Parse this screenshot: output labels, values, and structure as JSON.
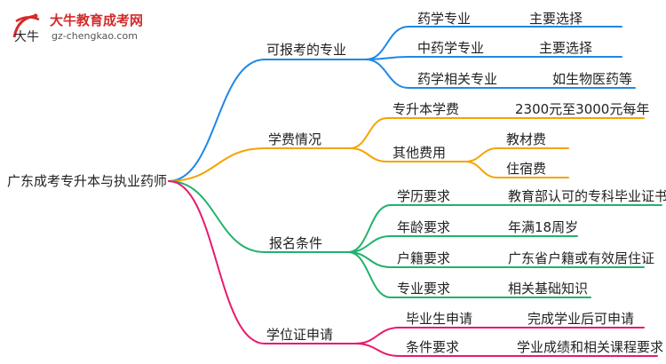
{
  "logo": {
    "title": "大牛教育成考网",
    "url": "gz-chengkao.com",
    "mark_text": "大牛"
  },
  "colors": {
    "blue": "#1e88e5",
    "orange": "#f5a300",
    "green": "#1fb36b",
    "pink": "#e8196e"
  },
  "root": "广东成考专升本与执业药师",
  "branches": [
    {
      "label": "可报考的专业",
      "color": "blue",
      "children": [
        {
          "label": "药学专业",
          "value": "主要选择"
        },
        {
          "label": "中药学专业",
          "value": "主要选择"
        },
        {
          "label": "药学相关专业",
          "value": "如生物医药等"
        }
      ]
    },
    {
      "label": "学费情况",
      "color": "orange",
      "children": [
        {
          "label": "专升本学费",
          "value": "2300元至3000元每年"
        },
        {
          "label": "其他费用",
          "children": [
            "教材费",
            "住宿费"
          ]
        }
      ]
    },
    {
      "label": "报名条件",
      "color": "green",
      "children": [
        {
          "label": "学历要求",
          "value": "教育部认可的专科毕业证书"
        },
        {
          "label": "年龄要求",
          "value": "年满18周岁"
        },
        {
          "label": "户籍要求",
          "value": "广东省户籍或有效居住证"
        },
        {
          "label": "专业要求",
          "value": "相关基础知识"
        }
      ]
    },
    {
      "label": "学位证申请",
      "color": "pink",
      "children": [
        {
          "label": "毕业生申请",
          "value": "完成学业后可申请"
        },
        {
          "label": "条件要求",
          "value": "学业成绩和相关课程要求"
        }
      ]
    }
  ]
}
